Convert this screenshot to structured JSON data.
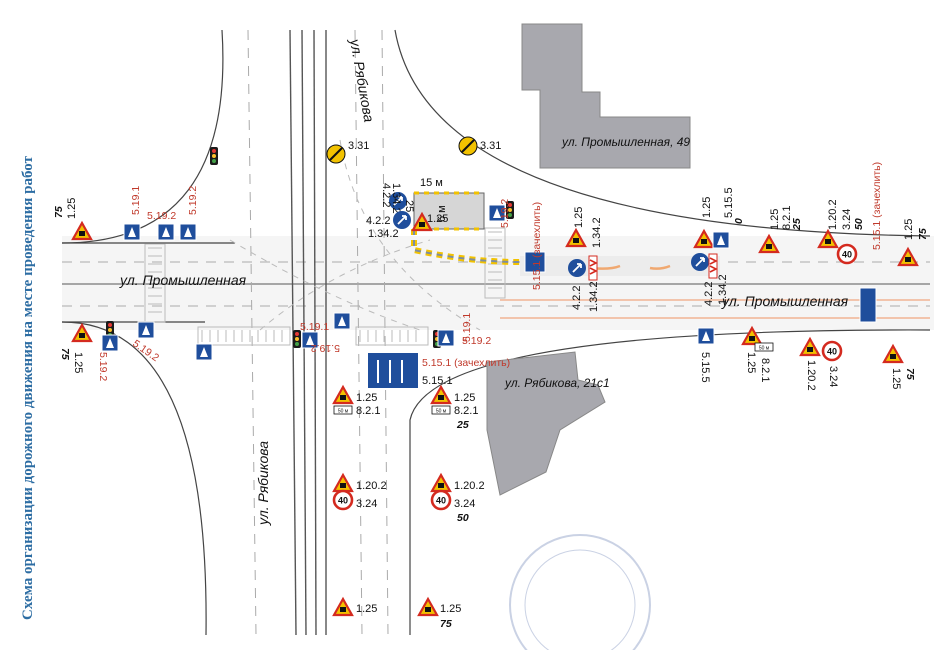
{
  "title": "Схема организации дорожного движения на месте проведения работ",
  "streets": {
    "promyshlennaya_west": "ул. Промышленная",
    "promyshlennaya_east": "ул. Промышленная",
    "ryabikova_north": "ул. Рябикова",
    "ryabikova_south": "ул. Рябикова"
  },
  "buildings": {
    "north": "ул. Промышленная, 49",
    "south": "ул. Рябикова, 21с1"
  },
  "work_zone": {
    "length": "15 м",
    "width": "6 м"
  },
  "sign_codes": {
    "s331a": "3.31",
    "s331b": "3.31",
    "w125": "1.25",
    "w75": "75",
    "w5191": "5.19.1",
    "w5192a": "5.19.2",
    "w5192b": "5.19.2",
    "sw125": "1.25",
    "sw75": "75",
    "sw5192a": "5.19.2",
    "sw5192b": "5.19.2",
    "c422a": "4.2.2",
    "c1342a": "1.34.2",
    "c25": "25",
    "c422b": "4.2.2",
    "c1342b": "1.34.2",
    "c125": "1.25",
    "ce5192": "5.19.2",
    "ce5191": "5.19.1",
    "ce5151z": "5.15.1 (зачехлить)",
    "cs5191": "5.19.1",
    "cs5192": "5.19.2",
    "cs5192b": "5.19.2",
    "cs5151z": "5.15.1 (зачехлить)",
    "cs5151": "5.15.1",
    "l125": "1.25",
    "l821": "8.2.1",
    "l1202": "1.20.2",
    "l324": "3.24",
    "l125b": "1.25",
    "r125": "1.25",
    "r821": "8.2.1",
    "r25": "25",
    "r1202": "1.20.2",
    "r324": "3.24",
    "r50": "50",
    "r125b": "1.25",
    "r75": "75",
    "e125a": "1.25",
    "e1342": "1.34.2",
    "e422": "4.2.2",
    "e1342b": "1.34.2",
    "e125": "1.25",
    "e5155": "5.15.5",
    "e0": "0",
    "e125b": "1.25",
    "e821": "8.2.1",
    "e25": "25",
    "e1202": "1.20.2",
    "e324": "3.24",
    "e50": "50",
    "e5151z": "5.15.1 (зачехлить)",
    "e125c": "1.25",
    "e75": "75",
    "b422": "4.2.2",
    "b1342": "1.34.2",
    "b5155": "5.15.5",
    "b125": "1.25",
    "b821": "8.2.1",
    "b1202": "1.20.2",
    "b324": "3.24",
    "b125c": "1.25",
    "b75": "75",
    "plate50": "50 м"
  },
  "colors": {
    "sign_blue": "#1f4e9c",
    "warning_red": "#d42a1f",
    "sign_yellow": "#f2c200",
    "road_gray": "#bdbdbd",
    "title_blue": "#2d6da3"
  }
}
